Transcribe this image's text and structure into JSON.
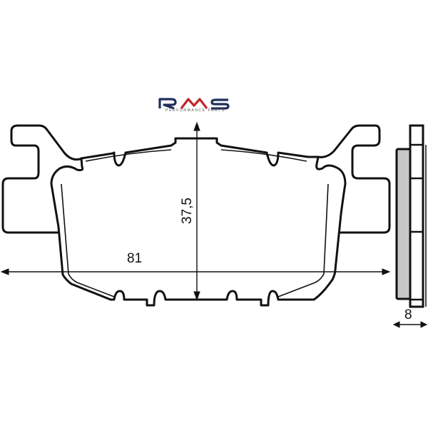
{
  "brand": {
    "name": "RMS",
    "tagline": "PERFORMANCE PARTS",
    "primary_color": "#1f2f5a",
    "accent_color": "#c0272d"
  },
  "dimensions": {
    "width_label": "81",
    "height_label": "37,5",
    "thickness_label": "8"
  },
  "colors": {
    "line": "#111111",
    "friction_material": "#c8c8c8",
    "background": "#ffffff"
  }
}
